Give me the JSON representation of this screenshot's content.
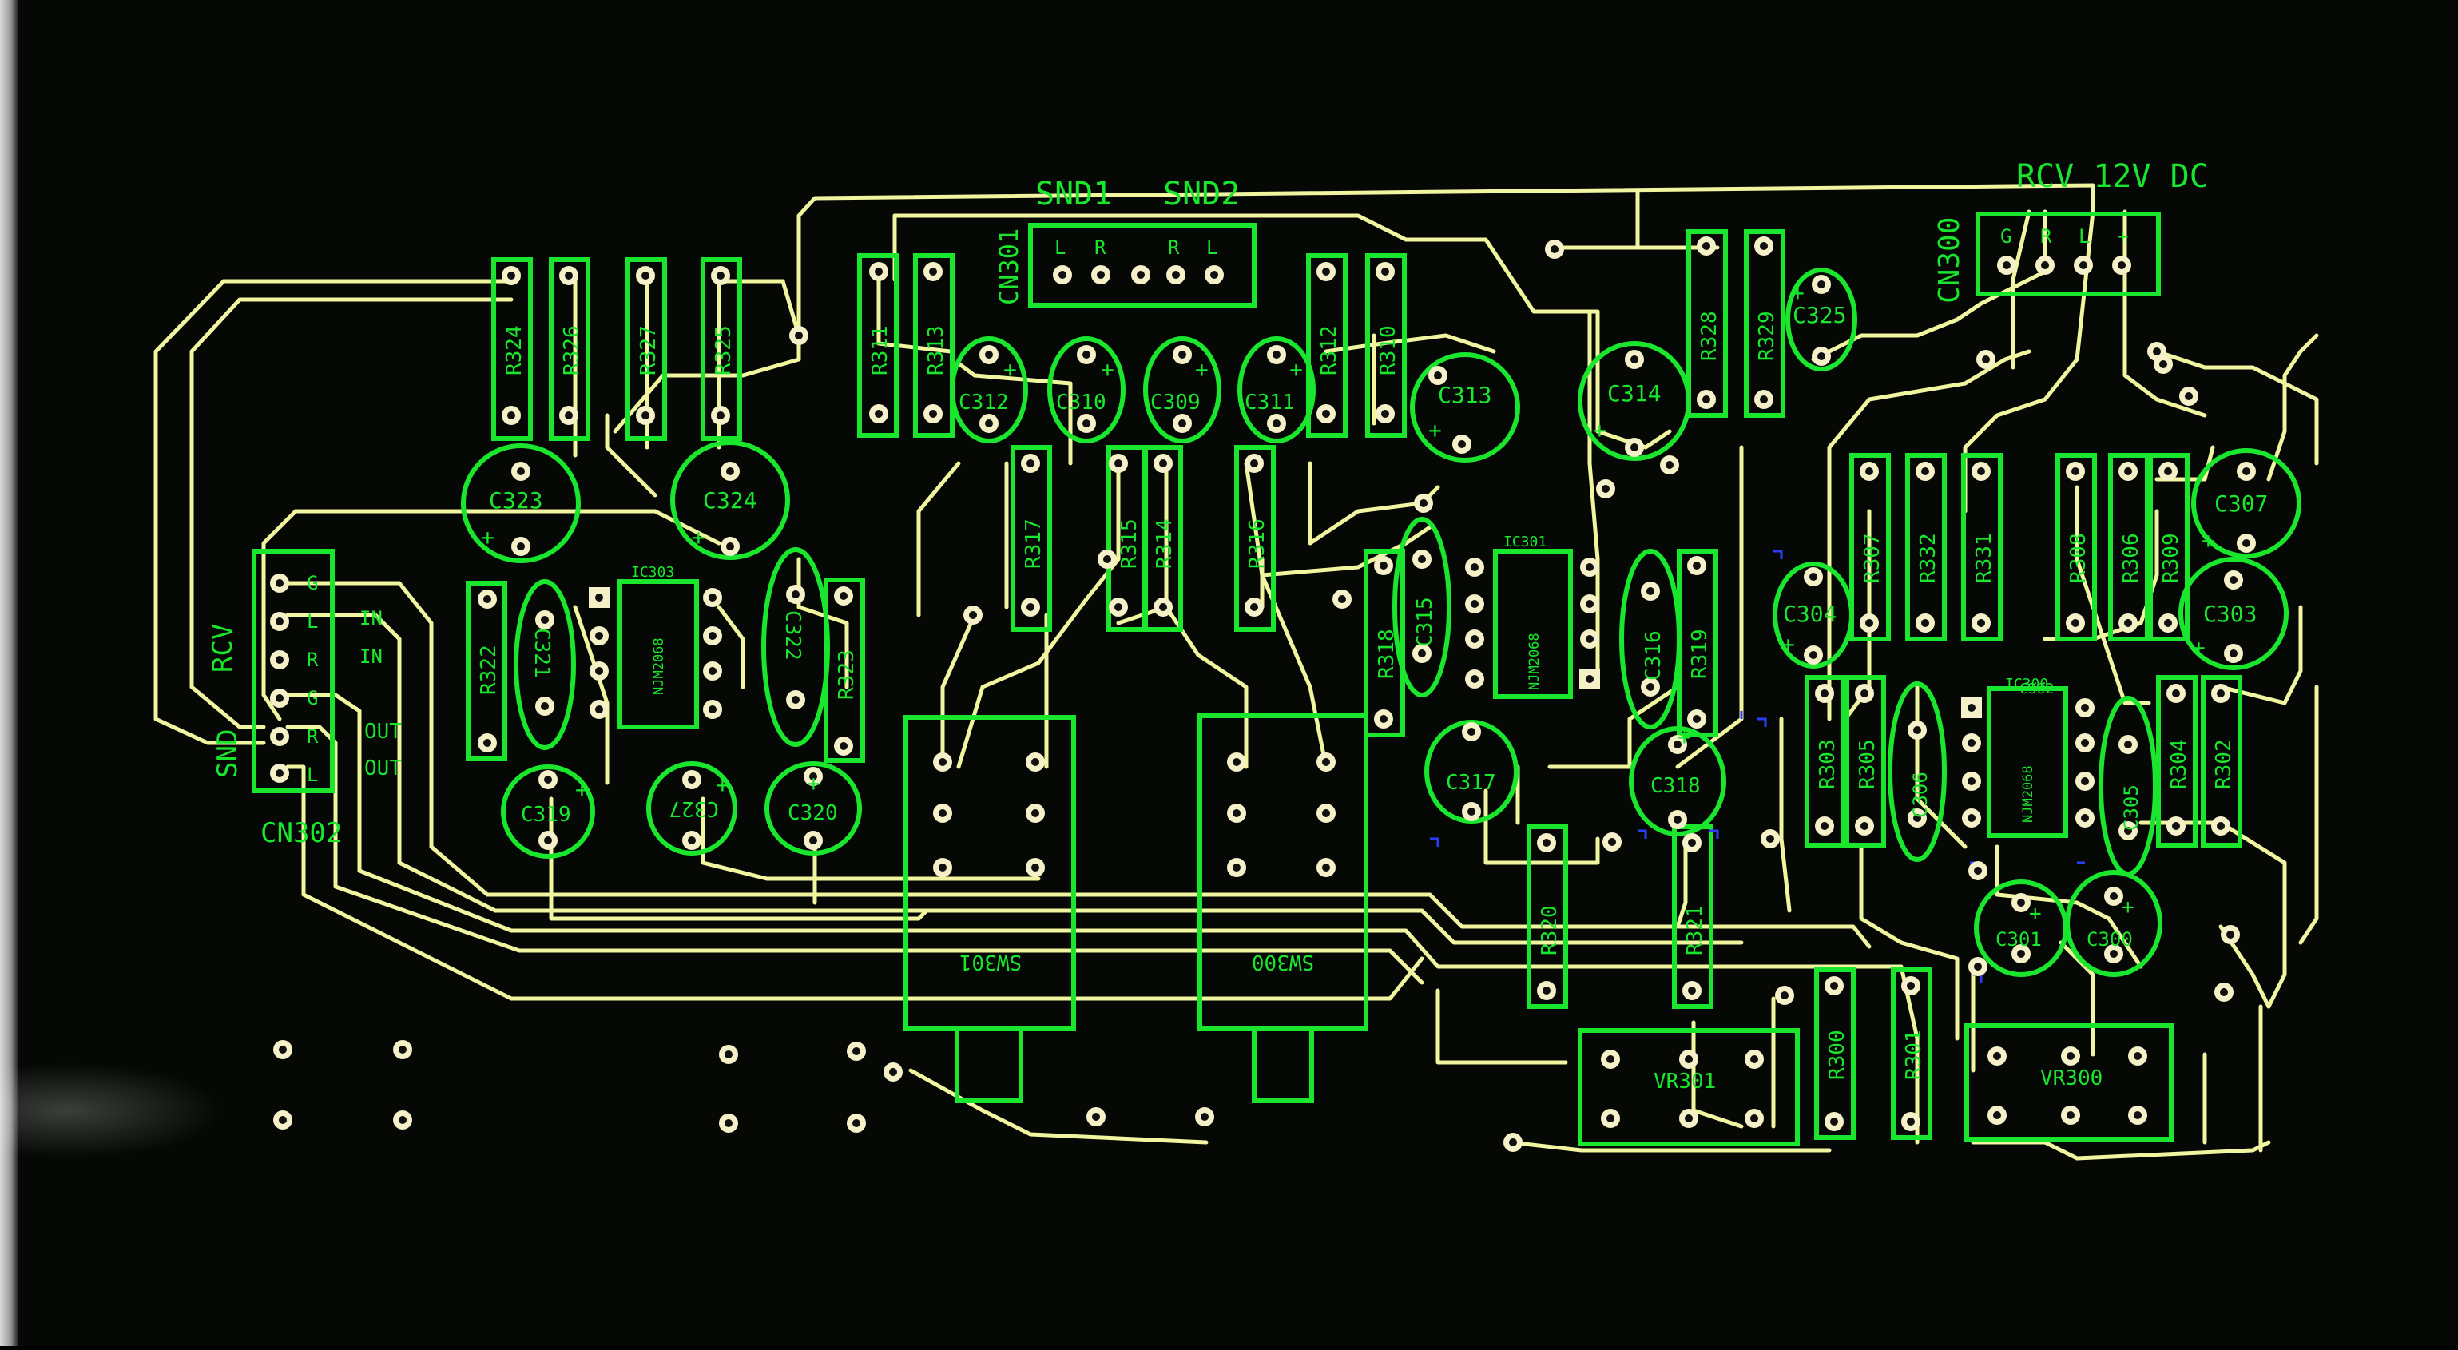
{
  "board": {
    "colors": {
      "background": "#050805",
      "trace": "#f2f5a0",
      "silkscreen": "#19e62c",
      "pad": "#f5f0c8",
      "drill": "#101010",
      "via_hint": "#2c3cff"
    },
    "labels": {
      "snd1": "SND1",
      "snd2": "SND2",
      "rcv12v": "RCV 12V DC",
      "cn300": "CN300",
      "cn301": "CN301",
      "cn302": "CN302",
      "rcv": "RCV",
      "snd": "SND",
      "in1": "IN",
      "in2": "IN",
      "out1": "OUT",
      "out2": "OUT",
      "sw301": "SW301",
      "sw300": "SW300",
      "vr301": "VR301",
      "vr300": "VR300",
      "ic303": "NJM2068",
      "ic301": "NJM2068",
      "ic300": "NJM2068",
      "ic303_ref": "IC303",
      "ic301_ref": "IC301",
      "ic300_ref": "IC300"
    },
    "connectors": {
      "cn301_pins": [
        "L",
        "R",
        "R",
        "L"
      ],
      "cn300_pins": [
        "G",
        "R",
        "L",
        "+"
      ],
      "cn302_pins": [
        "G",
        "L",
        "R",
        "G",
        "R",
        "L"
      ]
    },
    "resistors": [
      "R324",
      "R326",
      "R327",
      "R325",
      "R311",
      "R313",
      "R312",
      "R310",
      "R328",
      "R329",
      "R317",
      "R315",
      "R314",
      "R316",
      "R318",
      "R319",
      "R322",
      "R323",
      "R307",
      "R332",
      "R331",
      "R308",
      "R306",
      "R309",
      "R303",
      "R305",
      "R304",
      "R302",
      "R320",
      "R321",
      "R300",
      "R301"
    ],
    "capacitors": [
      "C325",
      "C312",
      "C310",
      "C309",
      "C311",
      "C313",
      "C314",
      "C323",
      "C324",
      "C315",
      "C316",
      "C321",
      "C322",
      "C307",
      "C304",
      "C303",
      "C317",
      "C318",
      "C319",
      "C327",
      "C320",
      "C306",
      "C305",
      "C301",
      "C300",
      "C302"
    ]
  }
}
